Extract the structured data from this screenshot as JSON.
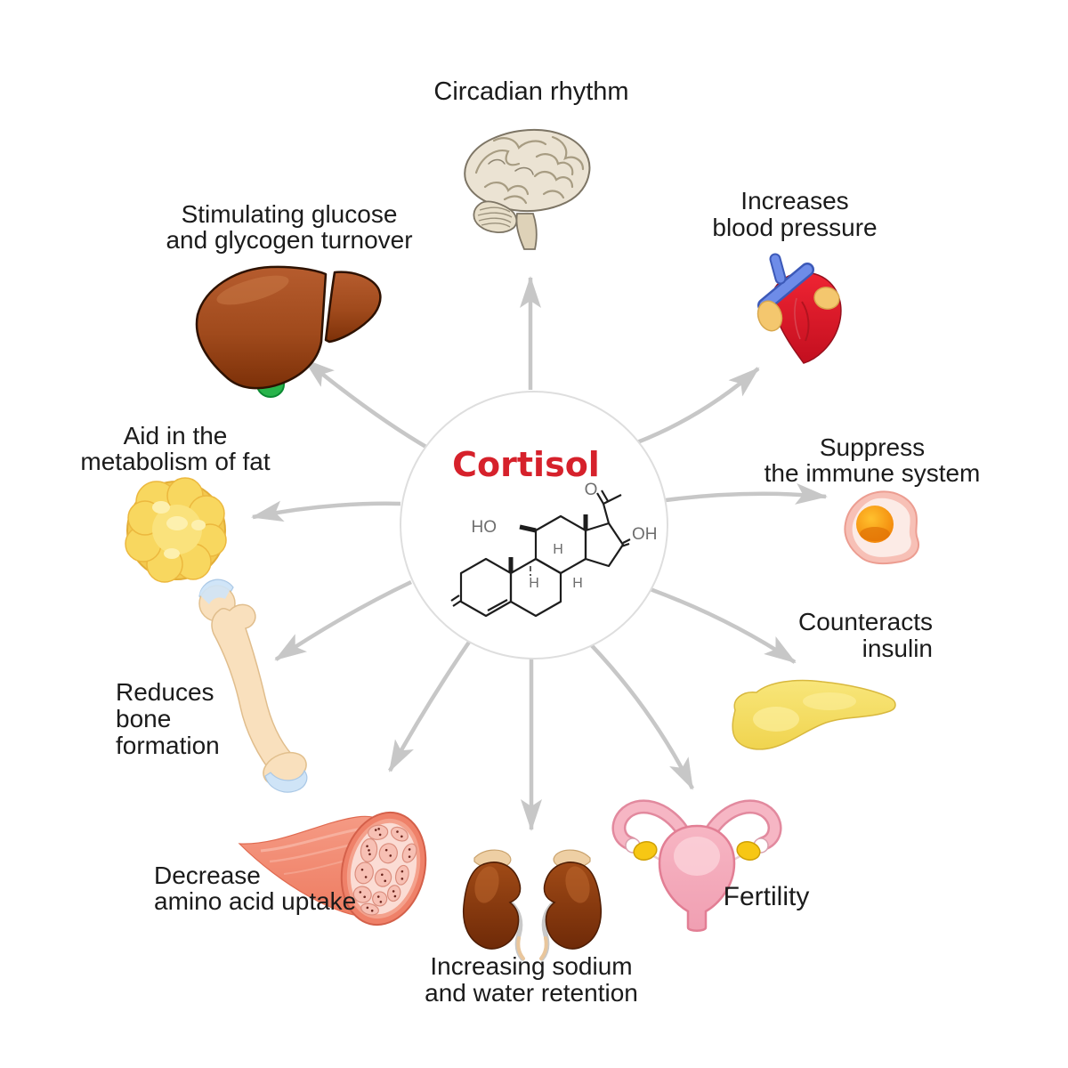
{
  "diagram": {
    "title": "Cortisol",
    "title_color": "#d6212b",
    "arrow_color": "#c7c7c7",
    "background": "#ffffff",
    "center_molecule": {
      "labels": {
        "ho": "HO",
        "o": "O",
        "oh": "OH",
        "h1": "H",
        "h2": "H",
        "h3": "H"
      }
    },
    "effects": [
      {
        "id": "circadian-rhythm",
        "organ": "brain",
        "lines": [
          "Circadian rhythm"
        ]
      },
      {
        "id": "glucose-glycogen",
        "organ": "liver",
        "lines": [
          "Stimulating glucose",
          "and glycogen turnover"
        ]
      },
      {
        "id": "blood-pressure",
        "organ": "heart",
        "lines": [
          "Increases",
          "blood pressure"
        ]
      },
      {
        "id": "immune-system",
        "organ": "immune-cell",
        "lines": [
          "Suppress",
          "the immune system"
        ]
      },
      {
        "id": "counteracts-insulin",
        "organ": "pancreas",
        "lines": [
          "Counteracts",
          "insulin"
        ]
      },
      {
        "id": "fertility",
        "organ": "uterus",
        "lines": [
          "Fertility"
        ]
      },
      {
        "id": "sodium-water",
        "organ": "kidneys",
        "lines": [
          "Increasing sodium",
          "and water retention"
        ]
      },
      {
        "id": "amino-acid",
        "organ": "muscle",
        "lines": [
          "Decrease",
          "amino acid uptake"
        ]
      },
      {
        "id": "bone-formation",
        "organ": "bone",
        "lines": [
          "Reduces",
          "bone",
          "formation"
        ]
      },
      {
        "id": "fat-metabolism",
        "organ": "fat-cell",
        "lines": [
          "Aid in the",
          "metabolism of fat"
        ]
      }
    ]
  }
}
